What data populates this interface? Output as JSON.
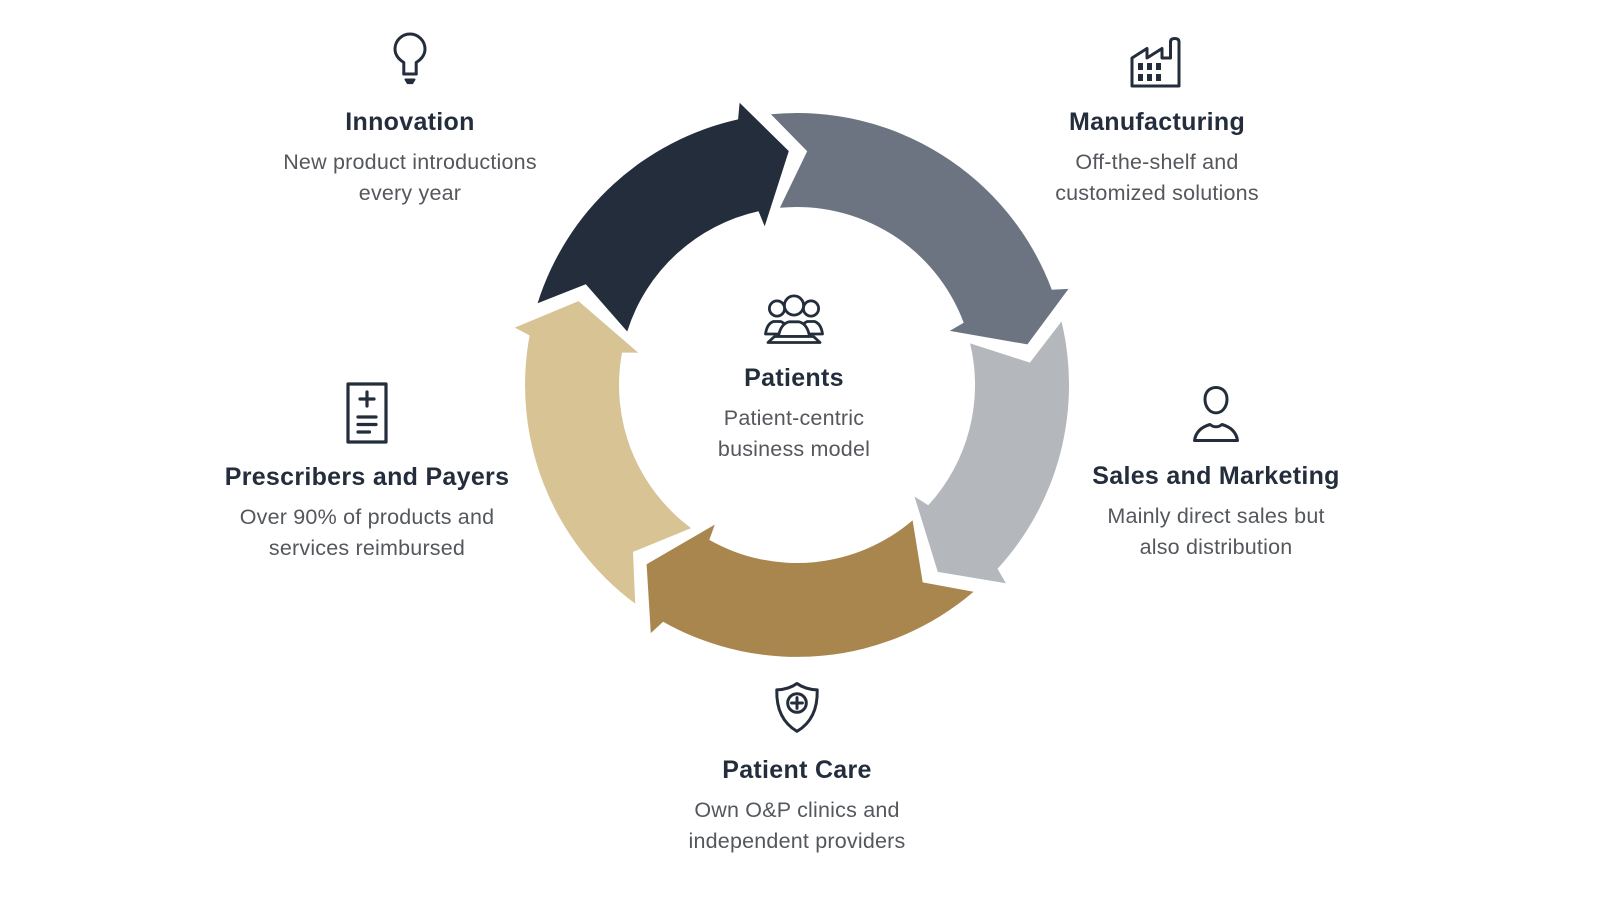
{
  "diagram": {
    "type": "cycle",
    "direction": "clockwise"
  },
  "center": {
    "icon": "people-group-icon",
    "title": "Patients",
    "description": "Patient-centric\nbusiness model"
  },
  "segments": [
    {
      "id": "innovation",
      "title": "Innovation",
      "description": "New product introductions\nevery year",
      "icon": "lightbulb-icon",
      "color": "#232d3c"
    },
    {
      "id": "manufacturing",
      "title": "Manufacturing",
      "description": "Off-the-shelf and\ncustomized solutions",
      "icon": "factory-icon",
      "color": "#6b7480"
    },
    {
      "id": "sales-and-marketing",
      "title": "Sales and Marketing",
      "description": "Mainly direct sales but\nalso distribution",
      "icon": "person-icon",
      "color": "#b4b7bc"
    },
    {
      "id": "patient-care",
      "title": "Patient Care",
      "description": "Own O&P clinics and\nindependent providers",
      "icon": "shield-plus-icon",
      "color": "#a8864e"
    },
    {
      "id": "prescribers-and-payers",
      "title": "Prescribers and Payers",
      "description": "Over 90% of products and\nservices reimbursed",
      "icon": "prescription-icon",
      "color": "#d8c394"
    }
  ],
  "colors": {
    "heading": "#232d3c",
    "body_text": "#54575c",
    "background": "#ffffff"
  }
}
